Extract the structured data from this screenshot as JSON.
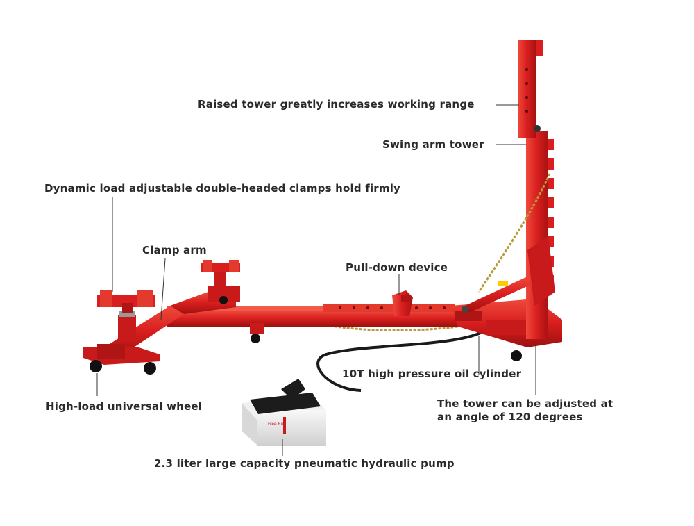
{
  "colors": {
    "frame": "#d81e1e",
    "frame_dark": "#a81212",
    "frame_light": "#ef4a3c",
    "chain": "#b89a3a",
    "hose": "#1a1a1a",
    "text": "#2a2a2a",
    "leader": "#333333",
    "pump_body": "#ececec",
    "pump_top": "#1c1c1c"
  },
  "labels": {
    "raised_tower": "Raised tower greatly increases working range",
    "swing_arm": "Swing arm tower",
    "clamps": "Dynamic load adjustable double-headed clamps hold firmly",
    "clamp_arm": "Clamp arm",
    "pull_down": "Pull-down device",
    "cylinder": "10T high pressure oil cylinder",
    "wheel": "High-load universal wheel",
    "tower_angle_line1": "The tower can be adjusted at",
    "tower_angle_line2": "an angle of 120 degrees",
    "pump": "2.3 liter large capacity pneumatic hydraulic pump"
  },
  "pump_brand_label": "Free Run"
}
